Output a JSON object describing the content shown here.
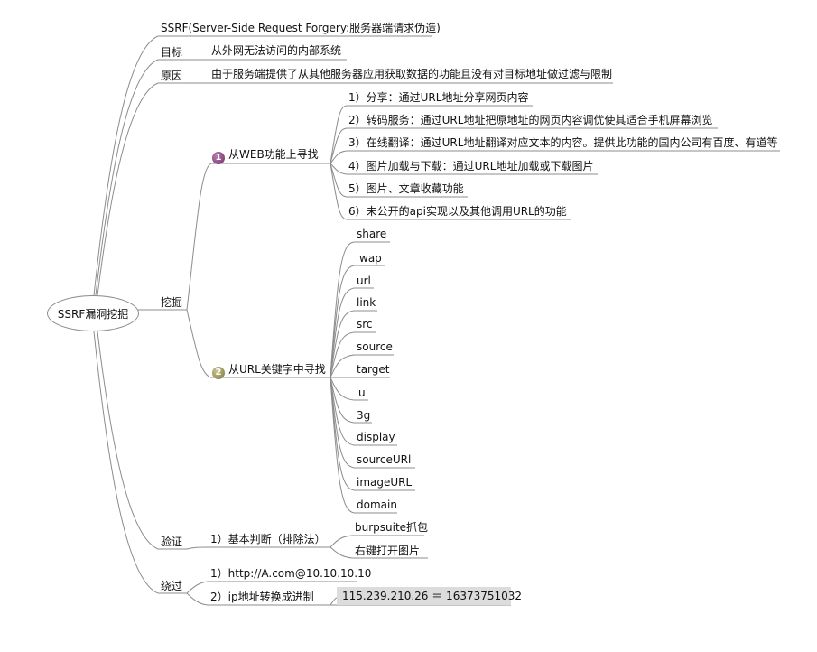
{
  "root": "SSRF漏洞挖掘",
  "definition": "SSRF(Server-Side Request Forgery:服务器端请求伪造)",
  "goal": {
    "label": "目标",
    "text": "从外网无法访问的内部系统"
  },
  "cause": {
    "label": "原因",
    "text": "由于服务端提供了从其他服务器应用获取数据的功能且没有对目标地址做过滤与限制"
  },
  "mining": {
    "label": "挖掘",
    "web": {
      "num": "1",
      "label": "从WEB功能上寻找",
      "items": [
        "1）分享：通过URL地址分享网页内容",
        "2）转码服务：通过URL地址把原地址的网页内容调优使其适合手机屏幕浏览",
        "3）在线翻译：通过URL地址翻译对应文本的内容。提供此功能的国内公司有百度、有道等",
        "4）图片加载与下载：通过URL地址加载或下载图片",
        "5）图片、文章收藏功能",
        "6）未公开的api实现以及其他调用URL的功能"
      ]
    },
    "keywords": {
      "num": "2",
      "label": "从URL关键字中寻找",
      "items": [
        "share",
        "wap",
        "url",
        "link",
        "src",
        "source",
        "target",
        "u",
        "3g",
        "display",
        "sourceURl",
        "imageURL",
        "domain"
      ]
    }
  },
  "verify": {
    "label": "验证",
    "basic": "1）基本判断（排除法）",
    "items": [
      "burpsuite抓包",
      "右键打开图片"
    ]
  },
  "bypass": {
    "label": "绕过",
    "items": [
      "1）http://A.com@10.10.10.10",
      "2）ip地址转换成进制"
    ],
    "example": "115.239.210.26 ＝ 16373751032"
  }
}
